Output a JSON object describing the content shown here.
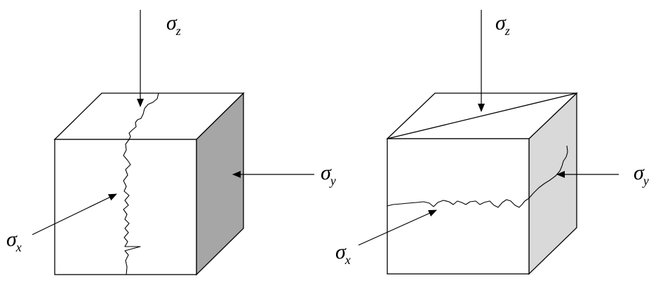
{
  "labels": {
    "left": {
      "sigma_z": {
        "symbol": "σ",
        "sub": "z"
      },
      "sigma_y": {
        "symbol": "σ",
        "sub": "y"
      },
      "sigma_x": {
        "symbol": "σ",
        "sub": "x"
      }
    },
    "right": {
      "sigma_z": {
        "symbol": "σ",
        "sub": "z"
      },
      "sigma_y": {
        "symbol": "σ",
        "sub": "y"
      },
      "sigma_x": {
        "symbol": "σ",
        "sub": "x"
      }
    }
  },
  "colors": {
    "left_side_face": "#a6a6a6",
    "right_side_face": "#d9d9d9",
    "line": "#000000",
    "background": "#ffffff"
  }
}
